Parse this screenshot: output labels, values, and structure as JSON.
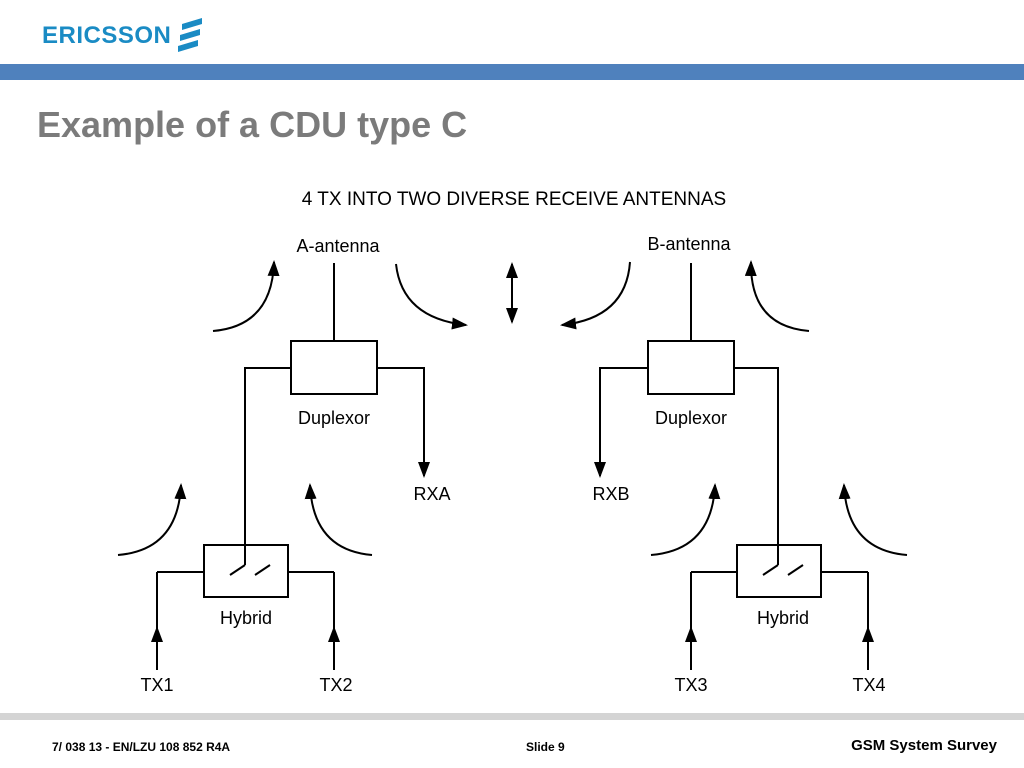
{
  "brand": {
    "logo_text": "ERICSSON",
    "logo_icon": "ericsson-stripes-icon",
    "color": "#1a8bc4",
    "band_color": "#4f81bd"
  },
  "slide": {
    "title": "Example of a CDU type C"
  },
  "diagram": {
    "heading": "4 TX INTO TWO DIVERSE RECEIVE ANTENNAS",
    "left": {
      "antenna_label": "A-antenna",
      "duplexor_label": "Duplexor",
      "rx_label": "RXA",
      "hybrid_label": "Hybrid",
      "tx_inputs": [
        "TX1",
        "TX2"
      ]
    },
    "right": {
      "antenna_label": "B-antenna",
      "duplexor_label": "Duplexor",
      "rx_label": "RXB",
      "hybrid_label": "Hybrid",
      "tx_inputs": [
        "TX3",
        "TX4"
      ]
    }
  },
  "footer": {
    "doc_number": "7/ 038 13 - EN/LZU 108 852  R4A",
    "slide_number": "Slide 9",
    "presentation_title": "GSM System Survey"
  }
}
